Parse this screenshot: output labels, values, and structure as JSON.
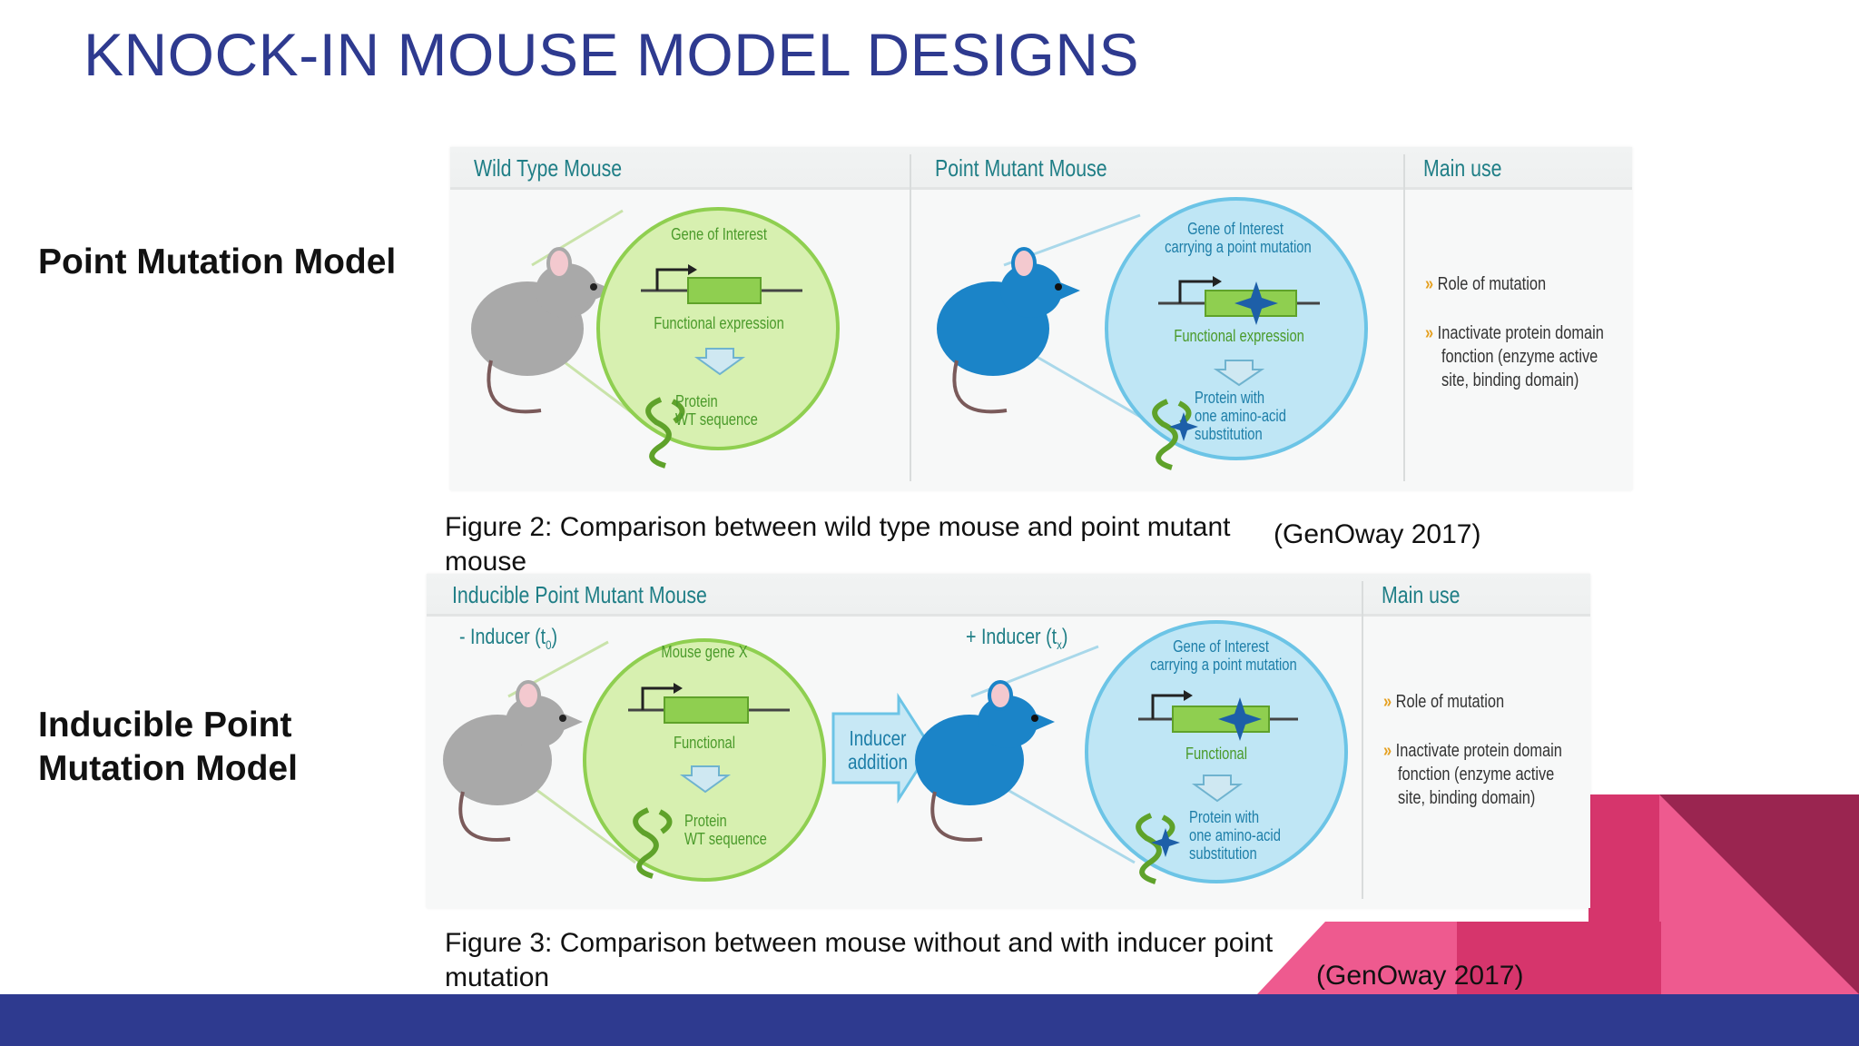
{
  "title": "KNOCK-IN MOUSE MODEL DESIGNS",
  "labels": {
    "point_model": "Point Mutation Model",
    "inducible_line1": "Inducible Point",
    "inducible_line2": "Mutation Model"
  },
  "figure2": {
    "header_wt": "Wild Type Mouse",
    "header_mut": "Point Mutant Mouse",
    "header_use": "Main use",
    "wt_gene": "Gene of Interest",
    "wt_expr": "Functional expression",
    "wt_protein1": "Protein",
    "wt_protein2": "WT sequence",
    "mut_gene1": "Gene of Interest",
    "mut_gene2": "carrying a point mutation",
    "mut_expr": "Functional expression",
    "mut_protein1": "Protein with",
    "mut_protein2": "one amino-acid",
    "mut_protein3": "substitution",
    "use1": "Role of mutation",
    "use2a": "Inactivate protein domain",
    "use2b": "fonction (enzyme active",
    "use2c": "site, binding domain)",
    "caption_line1": "Figure 2: Comparison between wild type mouse and point mutant",
    "caption_line2": "mouse",
    "citation": "(GenOway 2017)"
  },
  "figure3": {
    "header_left": "Inducible Point Mutant Mouse",
    "header_use": "Main use",
    "minus_inducer": "- Inducer (t",
    "minus_sub": "0",
    "plus_inducer": "+ Inducer (t",
    "plus_sub": "x",
    "left_gene": "Mouse gene X",
    "left_expr": "Functional",
    "left_protein1": "Protein",
    "left_protein2": "WT sequence",
    "inducer_add1": "Inducer",
    "inducer_add2": "addition",
    "right_gene1": "Gene of Interest",
    "right_gene2": "carrying a point mutation",
    "right_expr": "Functional",
    "right_protein1": "Protein with",
    "right_protein2": "one amino-acid",
    "right_protein3": "substitution",
    "use1": "Role of mutation",
    "use2a": "Inactivate protein domain",
    "use2b": "fonction (enzyme active",
    "use2c": "site, binding domain)",
    "caption_line1": "Figure 3: Comparison between mouse without and with inducer point",
    "caption_line2": "mutation",
    "citation": "(GenOway 2017)"
  },
  "colors": {
    "title_blue": "#2e3a8f",
    "teal": "#1f7e86",
    "green": "#8fcf50",
    "light_blue": "#bfe6f5",
    "mouse_blue": "#1b84c8",
    "mouse_gray": "#a9a9a9",
    "pink": "#ee5a8f",
    "magenta": "#d6356c",
    "maroon": "#9a2550"
  }
}
